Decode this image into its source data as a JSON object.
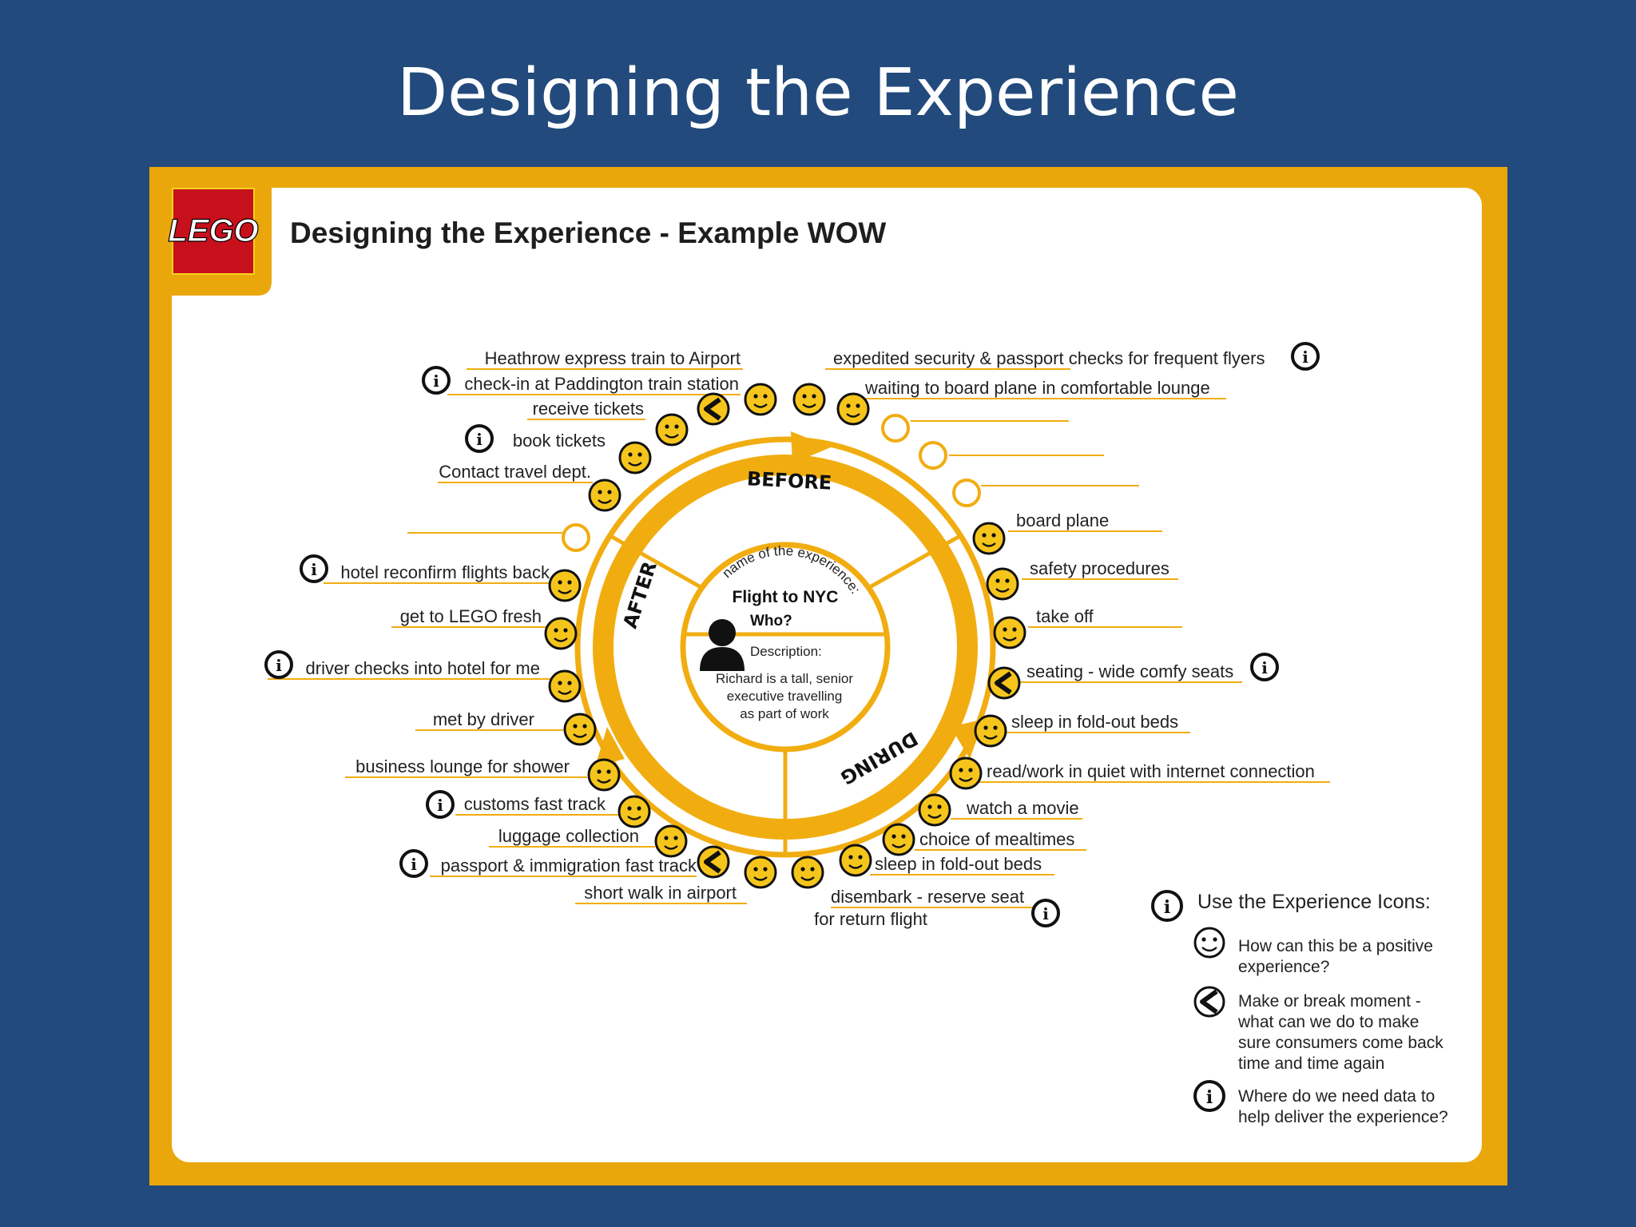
{
  "slide": {
    "title": "Designing the Experience"
  },
  "header": {
    "logo": "LEGO",
    "title": "Designing the Experience - Example WOW"
  },
  "wheel": {
    "phases": {
      "before": "BEFORE",
      "during": "DURING",
      "after": "AFTER"
    },
    "center": {
      "arc_label": "name of the experience:",
      "experience": "Flight to NYC",
      "who": "Who?",
      "description_label": "Description:",
      "description_lines": [
        "Richard is a tall, senior",
        "executive travelling",
        "as part of work"
      ]
    }
  },
  "steps": {
    "before": [
      {
        "label": "Contact travel dept.",
        "icon": "face-icon",
        "info": false
      },
      {
        "label": "book tickets",
        "icon": "face-icon",
        "info": true
      },
      {
        "label": "receive tickets",
        "icon": "face-icon",
        "info": false
      },
      {
        "label": "check-in at Paddington train station",
        "icon": "make-or-break-icon",
        "info": true
      },
      {
        "label": "Heathrow express train to Airport",
        "icon": "face-icon",
        "info": false
      },
      {
        "label": "expedited security & passport checks for frequent flyers",
        "icon": "face-icon",
        "info": true
      },
      {
        "label": "waiting to board plane in comfortable lounge",
        "icon": "face-icon",
        "info": false
      }
    ],
    "during": [
      {
        "label": "board plane",
        "icon": "face-icon",
        "info": false
      },
      {
        "label": "safety procedures",
        "icon": "face-icon",
        "info": false
      },
      {
        "label": "take off",
        "icon": "face-icon",
        "info": false
      },
      {
        "label": "seating - wide comfy seats",
        "icon": "make-or-break-icon",
        "info": true
      },
      {
        "label": "sleep in fold-out beds",
        "icon": "face-icon",
        "info": false
      },
      {
        "label": "read/work in quiet with internet connection",
        "icon": "face-icon",
        "info": false
      },
      {
        "label": "watch a movie",
        "icon": "face-icon",
        "info": false
      },
      {
        "label": "choice of mealtimes",
        "icon": "face-icon",
        "info": false
      },
      {
        "label": "sleep in fold-out beds",
        "icon": "face-icon",
        "info": false
      },
      {
        "label": "disembark - reserve seat",
        "label2": "for return flight",
        "icon": "face-icon",
        "info": true
      }
    ],
    "after": [
      {
        "label": "short walk in airport",
        "icon": "face-icon",
        "info": false
      },
      {
        "label": "passport & immigration fast track",
        "icon": "make-or-break-icon",
        "info": true
      },
      {
        "label": "luggage collection",
        "icon": "face-icon",
        "info": false
      },
      {
        "label": "customs fast track",
        "icon": "face-icon",
        "info": true
      },
      {
        "label": "business lounge for shower",
        "icon": "face-icon",
        "info": false
      },
      {
        "label": "met by driver",
        "icon": "face-icon",
        "info": false
      },
      {
        "label": "driver checks into hotel for me",
        "icon": "face-icon",
        "info": true
      },
      {
        "label": "get to LEGO fresh",
        "icon": "face-icon",
        "info": false
      },
      {
        "label": "hotel reconfirm flights back",
        "icon": "face-icon",
        "info": true
      }
    ]
  },
  "legend": {
    "title": "Use the Experience Icons:",
    "items": [
      {
        "icon": "face-icon",
        "lines": [
          "How can this be a positive",
          "experience?"
        ]
      },
      {
        "icon": "make-or-break-icon",
        "lines": [
          "Make or break moment -",
          "what can we do to make",
          "sure consumers come back",
          "time and time again"
        ]
      },
      {
        "icon": "info-icon",
        "lines": [
          "Where do we need data to",
          "help deliver the experience?"
        ]
      }
    ]
  },
  "colors": {
    "background": "#224a7c",
    "frame": "#eaa70b",
    "ring": "#f1ad10",
    "face": "#f6c51c",
    "logo": "#c8101d"
  }
}
